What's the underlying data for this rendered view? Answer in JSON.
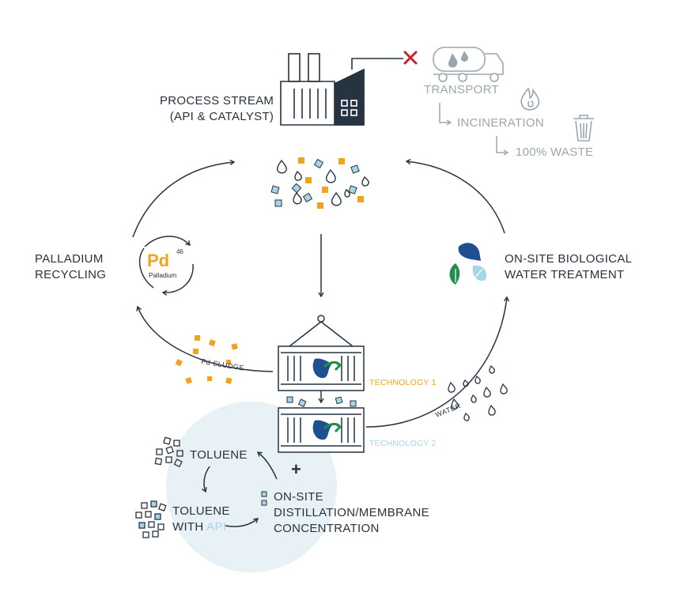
{
  "labels": {
    "process_stream": [
      "PROCESS STREAM",
      "(API & CATALYST)"
    ],
    "transport": "TRANSPORT",
    "incineration": "INCINERATION",
    "waste": "100% WASTE",
    "palladium_recycling": [
      "PALLADIUM",
      "RECYCLING"
    ],
    "water_treatment": [
      "ON-SITE BIOLOGICAL",
      "WATER TREATMENT"
    ],
    "pd_sludge": "Pd SLUDGE",
    "water": "WATER",
    "technology_1": "TECHNOLOGY 1",
    "technology_2": "TECHNOLOGY 2",
    "toluene": "TOLUENE",
    "toluene_with": "TOLUENE",
    "with": "WITH",
    "api": "API",
    "plus": "+",
    "distillation": [
      "ON-SITE",
      "DISTILLATION/MEMBRANE",
      "CONCENTRATION"
    ]
  },
  "element": {
    "symbol": "Pd",
    "number": "46",
    "name": "Palladium"
  },
  "colors": {
    "dark": "#263340",
    "grey": "#9aa7b0",
    "orange": "#f0a31c",
    "light_blue": "#a8d4e8",
    "navy": "#1d4f91",
    "green": "#1f8f4a",
    "red": "#c8202f",
    "circle_bg": "#e8f1f6"
  }
}
